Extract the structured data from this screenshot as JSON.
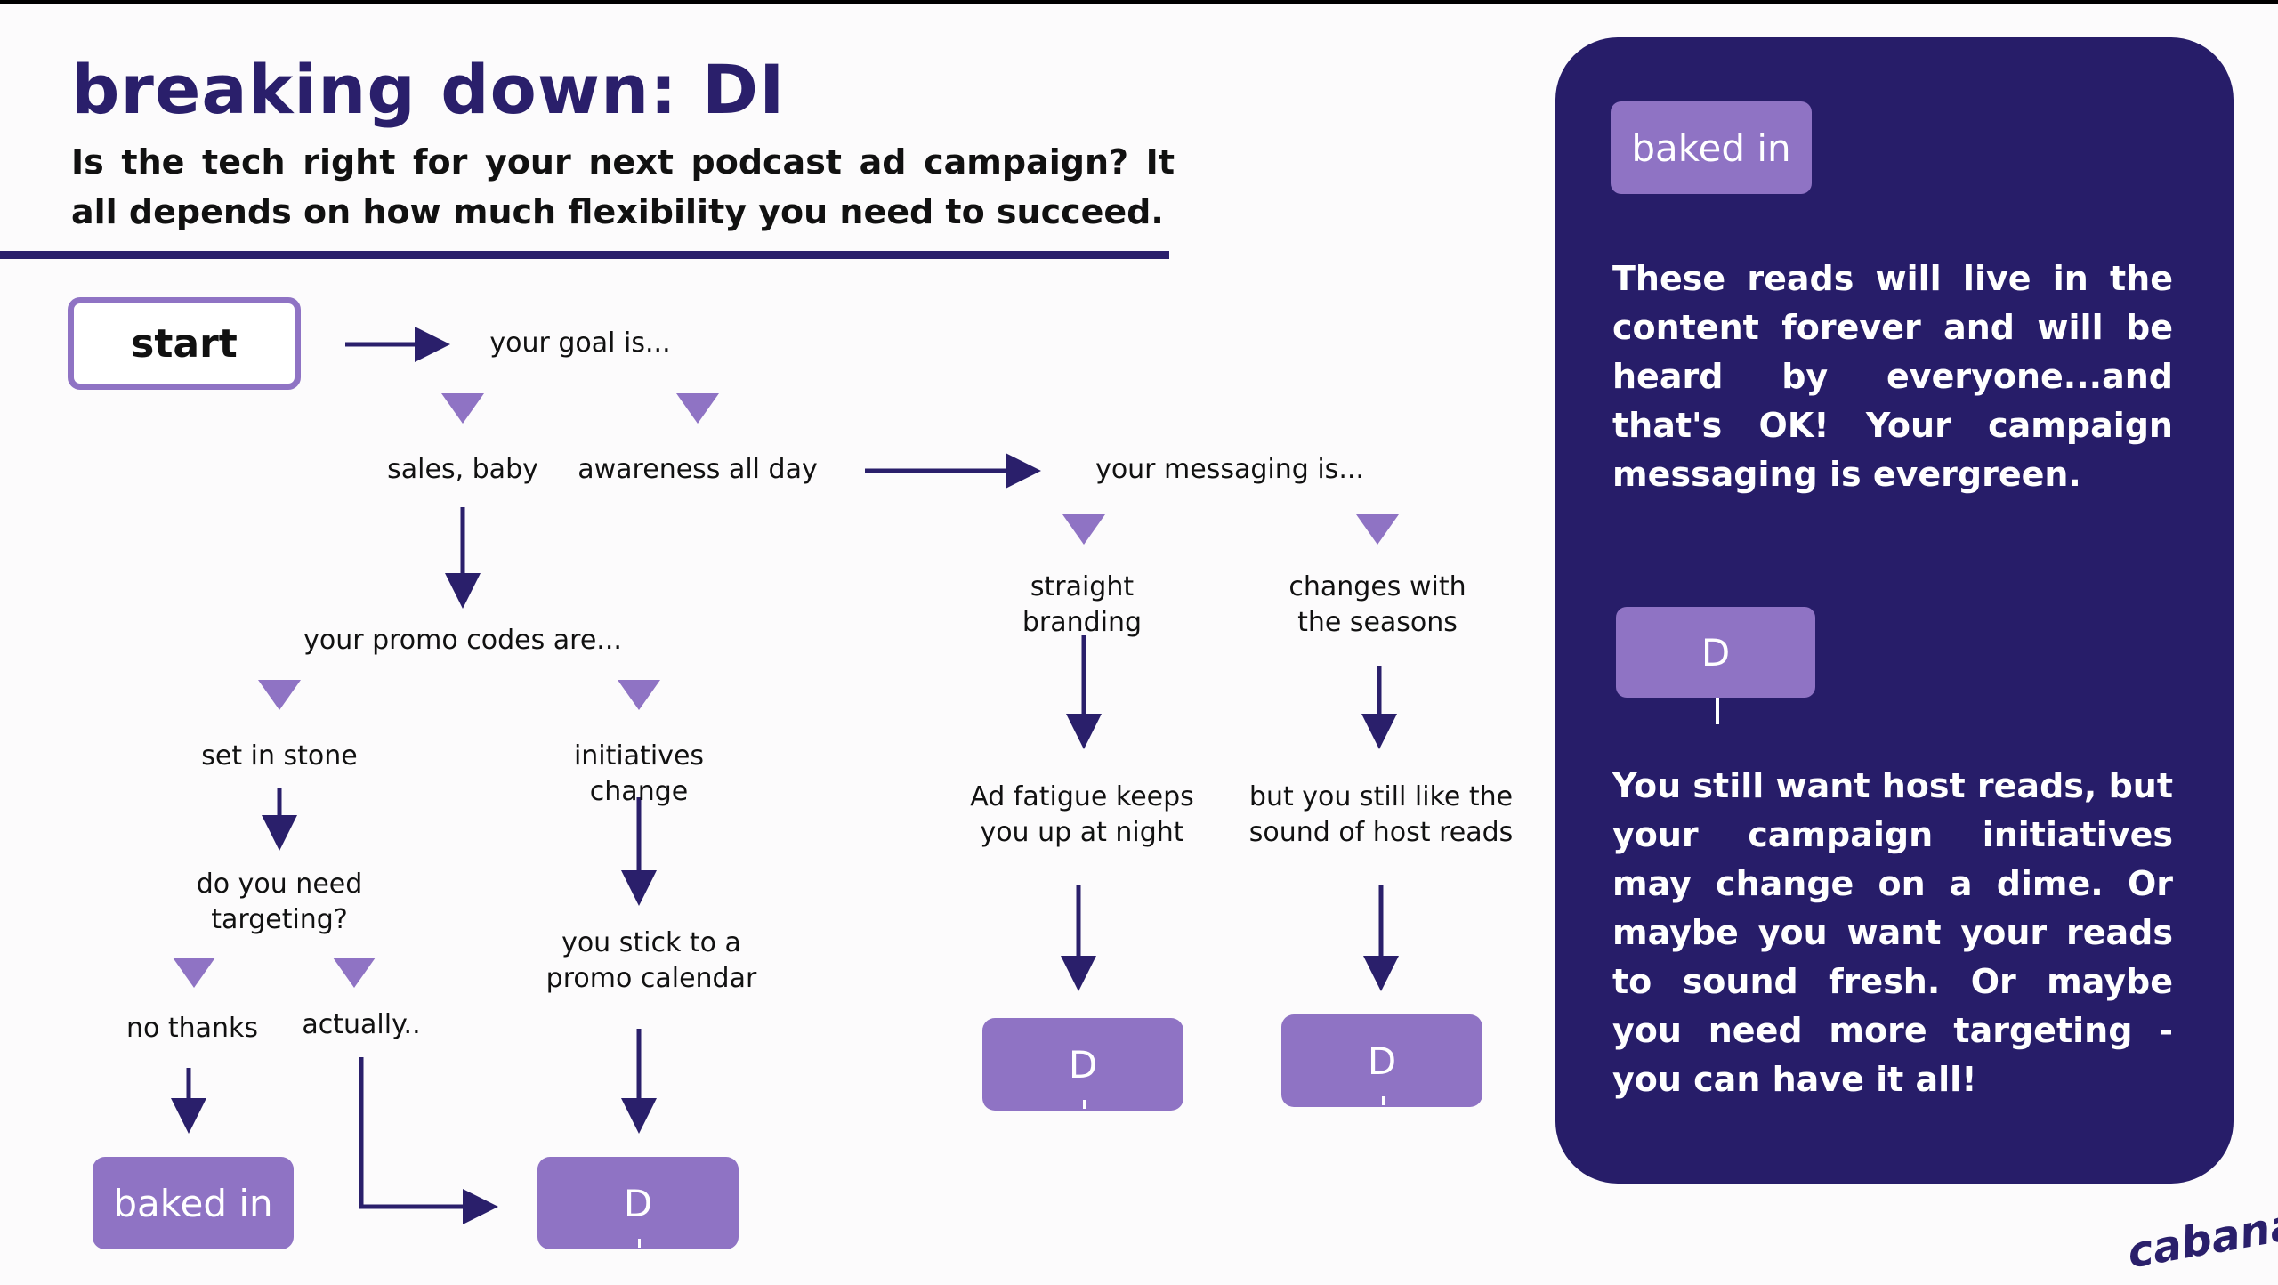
{
  "title": "breaking down: DI",
  "subtitle": "Is the tech right for your next podcast ad campaign? It all depends on how much flexibility you need to succeed.",
  "colors": {
    "navy": "#2a1f6b",
    "purple": "#8f73c4",
    "panel": "#271d69"
  },
  "flowchart": {
    "start": "start",
    "goal_prompt": "your goal is...",
    "goal_sales": "sales, baby",
    "goal_awareness": "awareness all day",
    "promo_prompt": "your promo codes are...",
    "promo_set": "set in stone",
    "promo_change": "initiatives change",
    "targeting_prompt": "do you need targeting?",
    "targeting_no": "no thanks",
    "targeting_yes": "actually..",
    "promo_calendar": "you stick to a promo calendar",
    "messaging_prompt": "your messaging is...",
    "messaging_straight": "straight branding",
    "messaging_seasons": "changes with the seasons",
    "fatigue": "Ad fatigue keeps you up at night",
    "host_reads": "but you still like the sound of host reads",
    "result_baked": "baked in",
    "result_d1": "D",
    "result_d2": "D",
    "result_d3": "D"
  },
  "panel": {
    "tag_baked": "baked in",
    "baked_text": "These reads will live in the content forever and will be heard by everyone...and that's OK! Your campaign messaging is evergreen.",
    "tag_d": "D",
    "d_text": "You still want host reads, but your campaign initiatives may change on a dime. Or maybe you want your reads to sound fresh. Or maybe you need more targeting - you can have it all!"
  },
  "logo": "cabana"
}
